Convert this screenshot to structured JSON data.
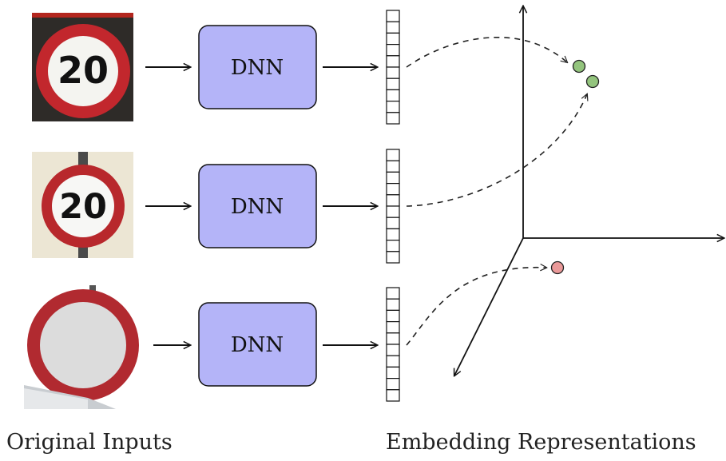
{
  "model_label": "DNN",
  "inputs": [
    {
      "kind": "speed-limit-sign",
      "number": "20"
    },
    {
      "kind": "speed-limit-sign",
      "number": "20"
    },
    {
      "kind": "no-vehicles-sign",
      "number": ""
    }
  ],
  "embedding_cells_per_vector": 10,
  "points": [
    {
      "color": "#93c47d",
      "from_input": 1
    },
    {
      "color": "#93c47d",
      "from_input": 2
    },
    {
      "color": "#ea9999",
      "from_input": 3
    }
  ],
  "captions": {
    "left": "Original Inputs",
    "right": "Embedding Representations"
  }
}
